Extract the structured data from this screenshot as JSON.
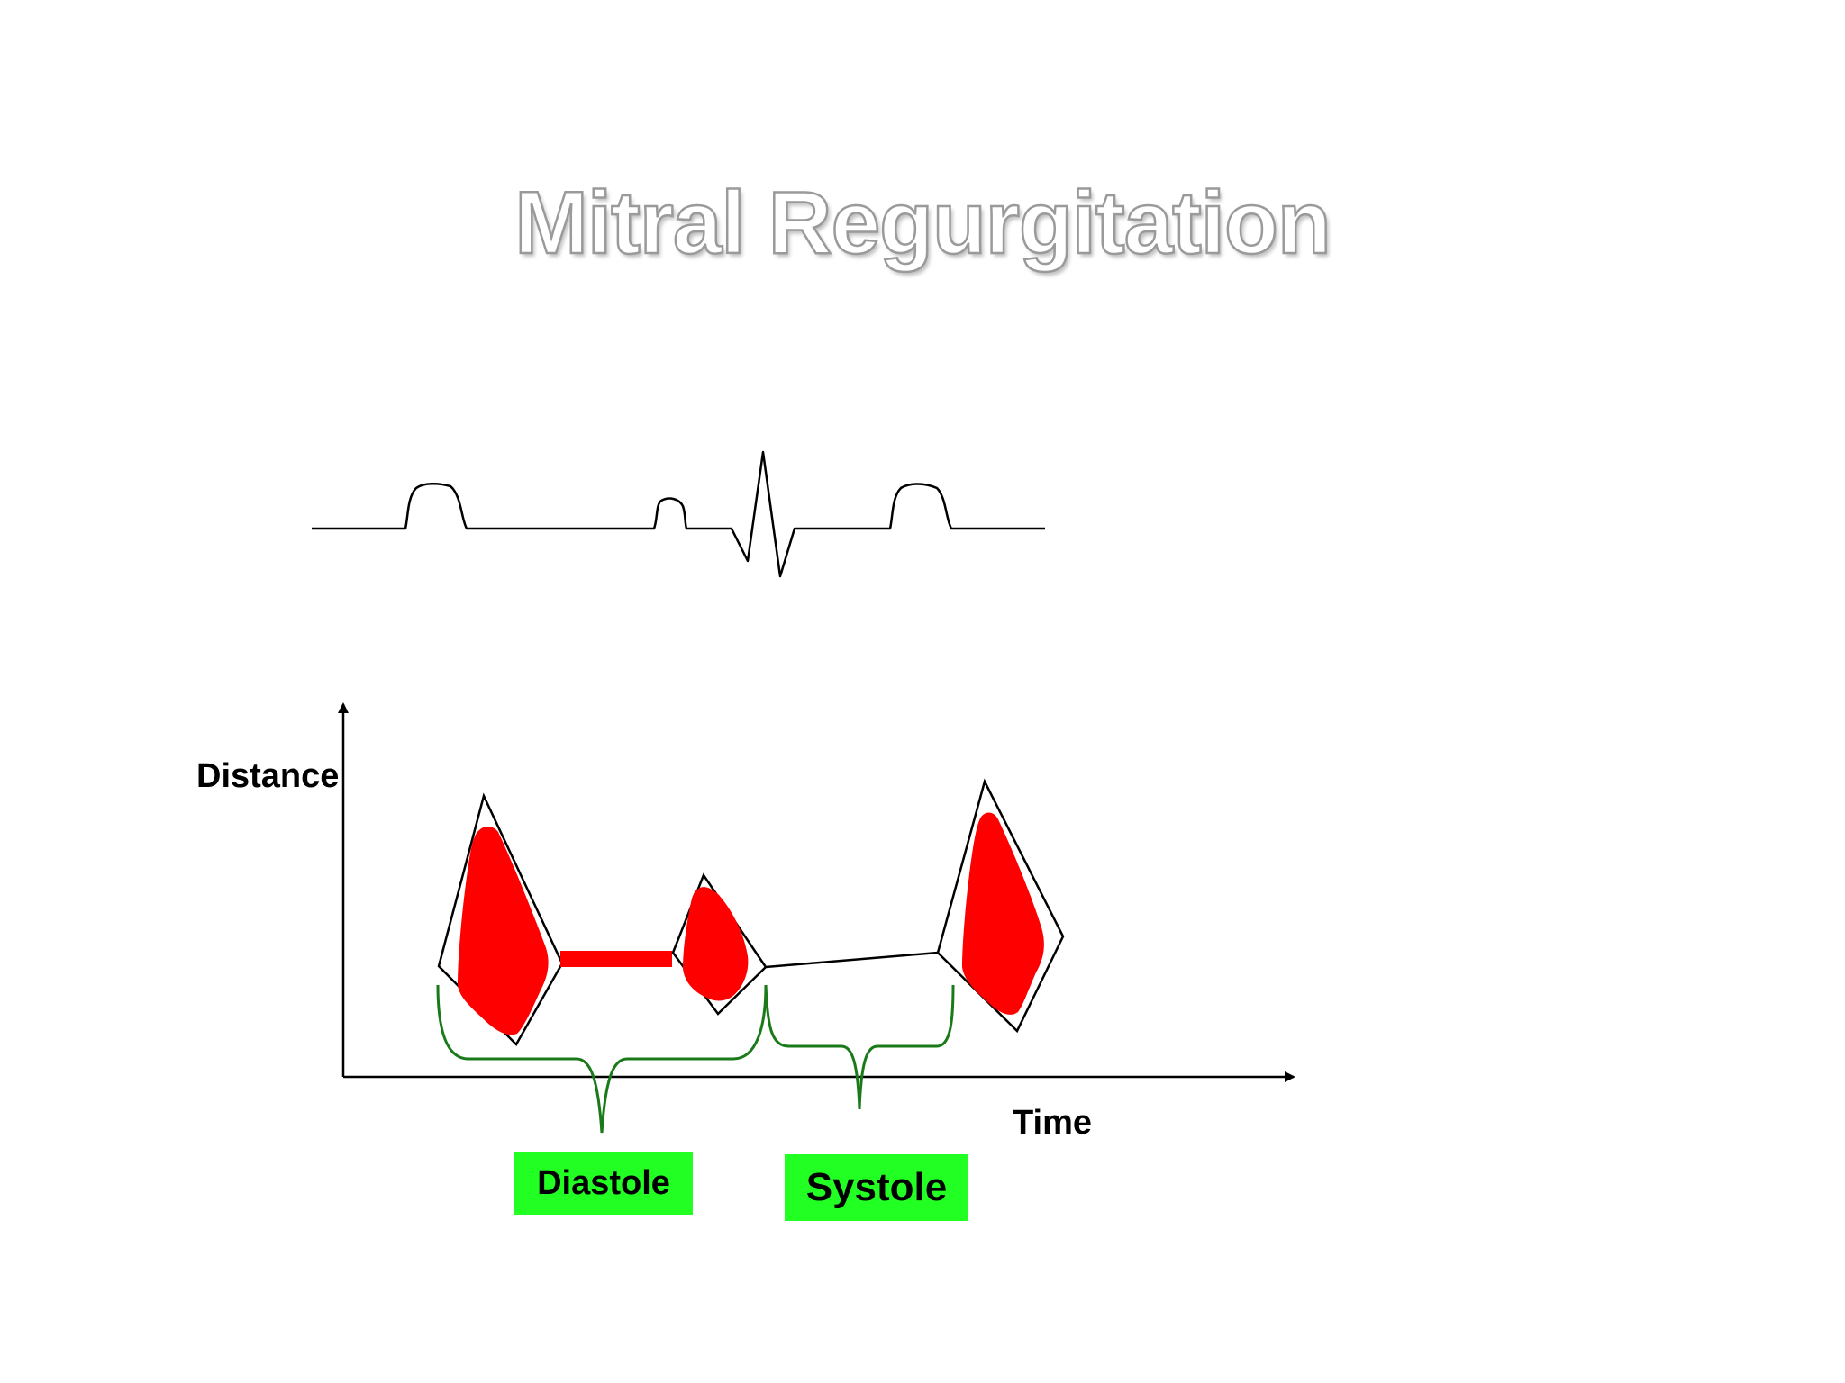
{
  "slide": {
    "title": "Mitral Regurgitation"
  },
  "axes": {
    "y_label": "Distance",
    "x_label": "Time"
  },
  "phases": {
    "diastole": "Diastole",
    "systole": "Systole"
  },
  "colors": {
    "regurgitant_flow": "#ff0000",
    "phase_label_background": "#22ff22",
    "bracket": "#1a7a1a",
    "outline": "#000000",
    "title_outline": "#9a9a9a"
  }
}
